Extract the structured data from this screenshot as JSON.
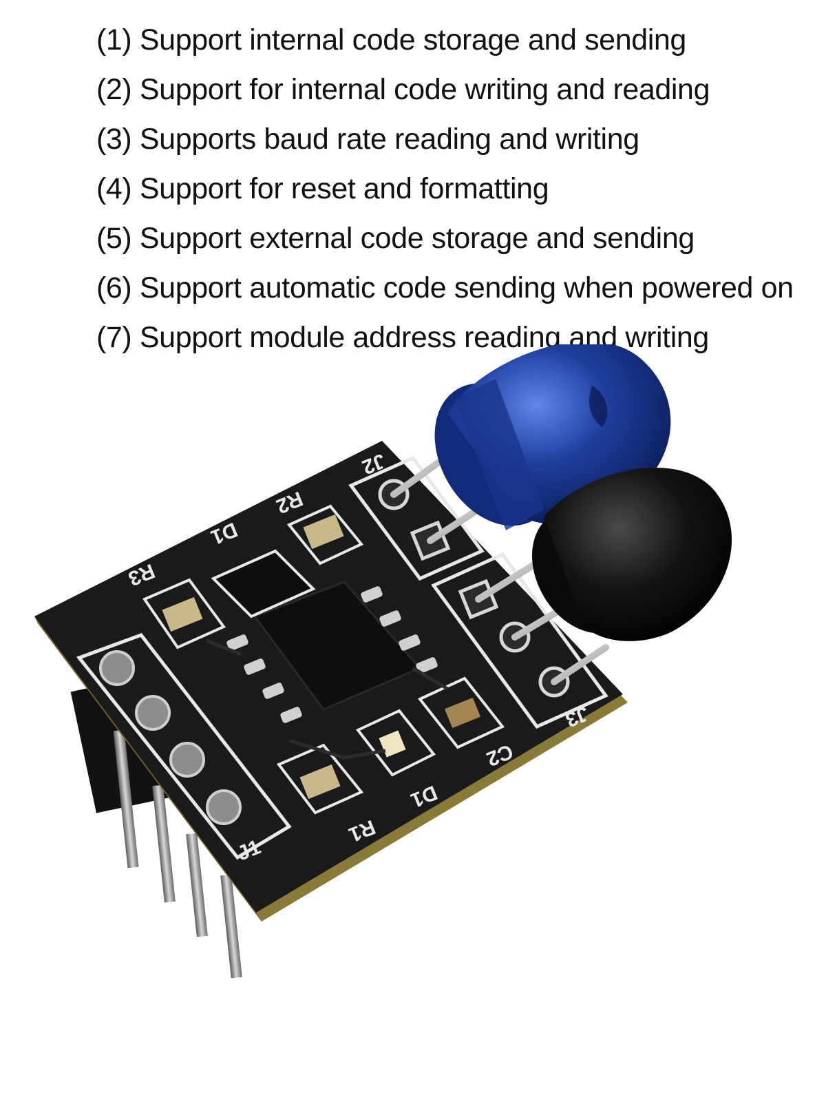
{
  "features": [
    "(1) Support internal code storage and sending",
    "(2) Support for internal code writing and reading",
    "(3) Supports baud rate reading and writing",
    "(4) Support for reset and formatting",
    "(5) Support external code storage and sending",
    "(6) Support automatic code sending when powered on",
    "(7) Support module address reading and writing"
  ],
  "board_labels": {
    "j1": "J1",
    "j2": "J2",
    "j3": "J3",
    "r1": "R1",
    "r2": "R2",
    "r3": "R3",
    "d1": "D1",
    "d1b": "D1",
    "c2": "C2"
  },
  "colors": {
    "pcb": "#1a1a1a",
    "silkscreen": "#e8e8e8",
    "ir_emitter": "#1f3f9e",
    "ir_receiver": "#0d0d0d",
    "pcb_edge": "#8a7a3a",
    "pin_metal": "#9a9a9a"
  }
}
